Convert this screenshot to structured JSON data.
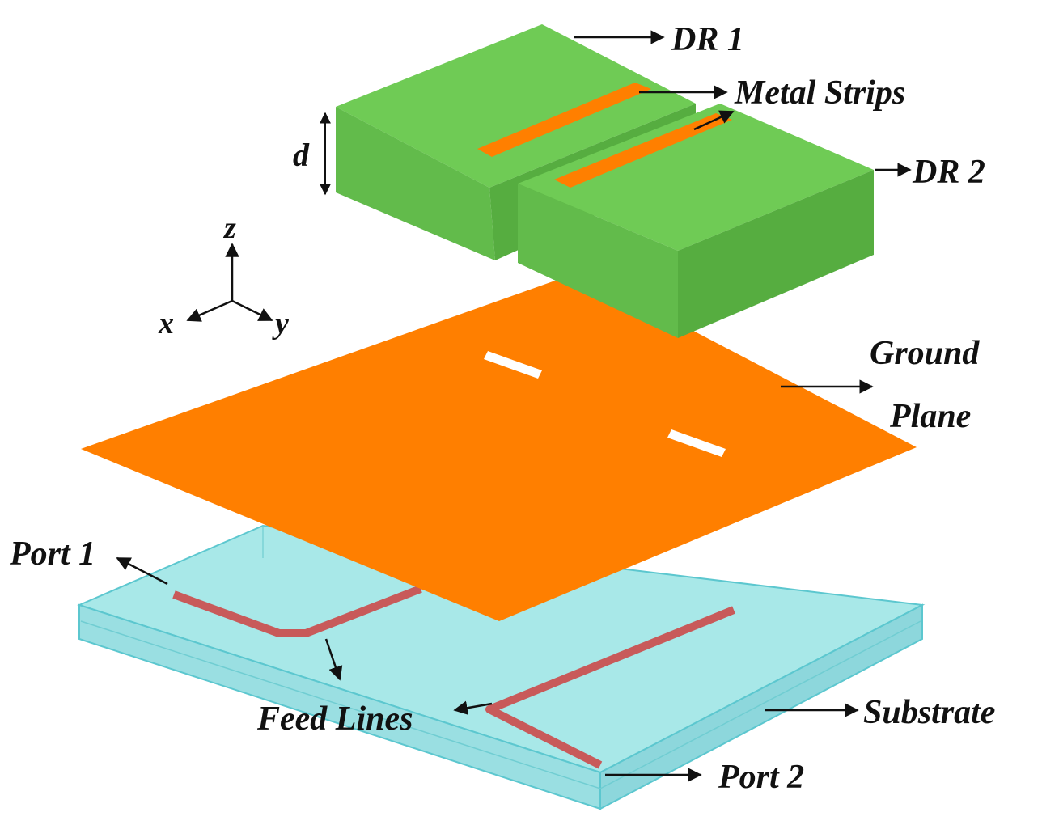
{
  "labels": {
    "dr1": "DR 1",
    "metal_strips": "Metal Strips",
    "dr2": "DR 2",
    "dimension_d": "d",
    "axis_z": "z",
    "axis_x": "x",
    "axis_y": "y",
    "ground_plane_line1": "Ground",
    "ground_plane_line2": "Plane",
    "port1": "Port 1",
    "feed_lines": "Feed Lines",
    "substrate": "Substrate",
    "port2": "Port 2"
  },
  "colors": {
    "dielectric_resonator": "#6cc94e",
    "metal": "#ff7f00",
    "substrate": "#a6e6e6",
    "feed_line": "#c85a5a",
    "annotation": "#111111"
  }
}
